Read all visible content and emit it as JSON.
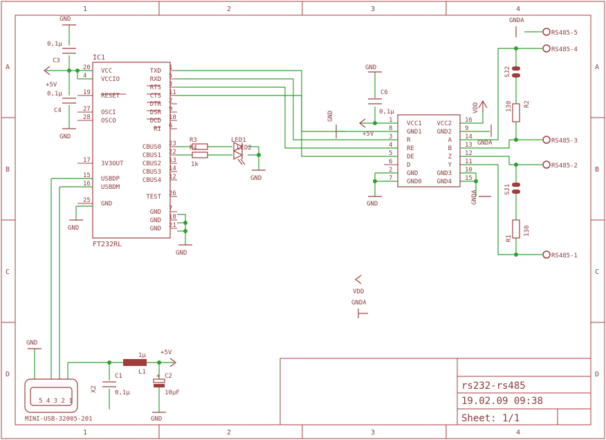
{
  "frame": {
    "cols": [
      "1",
      "2",
      "3",
      "4"
    ],
    "rows": [
      "A",
      "B",
      "C",
      "D"
    ]
  },
  "title_block": {
    "name": "rs232-rs485",
    "date": "19.02.09 09:38",
    "sheet": "Sheet: 1/1"
  },
  "ic1": {
    "ref": "IC1",
    "part": "FT232RL",
    "left_pins": [
      {
        "num": "20",
        "name": "VCC"
      },
      {
        "num": "4",
        "name": "VCCIO"
      },
      {
        "num": "19",
        "name": "RESET"
      },
      {
        "num": "27",
        "name": "OSCI"
      },
      {
        "num": "28",
        "name": "OSCO"
      },
      {
        "num": "17",
        "name": "3V3OUT"
      },
      {
        "num": "15",
        "name": "USBDP"
      },
      {
        "num": "16",
        "name": "USBDM"
      },
      {
        "num": "25",
        "name": "GND"
      }
    ],
    "right_pins": [
      {
        "num": "1",
        "name": "TXD"
      },
      {
        "num": "5",
        "name": "RXD"
      },
      {
        "num": "3",
        "name": "RTS"
      },
      {
        "num": "11",
        "name": "CTS"
      },
      {
        "num": "2",
        "name": "DTR"
      },
      {
        "num": "9",
        "name": "DSR"
      },
      {
        "num": "10",
        "name": "DCD"
      },
      {
        "num": "6",
        "name": "RI"
      },
      {
        "num": "23",
        "name": "CBUS0"
      },
      {
        "num": "22",
        "name": "CBUS1"
      },
      {
        "num": "13",
        "name": "CBUS2"
      },
      {
        "num": "14",
        "name": "CBUS3"
      },
      {
        "num": "12",
        "name": "CBUS4"
      },
      {
        "num": "26",
        "name": "TEST"
      },
      {
        "num": "7",
        "name": "GND"
      },
      {
        "num": "18",
        "name": "GND"
      },
      {
        "num": "21",
        "name": "GND"
      }
    ]
  },
  "ic2": {
    "left_pins": [
      {
        "num": "1",
        "name": "VCC1"
      },
      {
        "num": "8",
        "name": "GND1"
      },
      {
        "num": "3",
        "name": "R"
      },
      {
        "num": "4",
        "name": "RE"
      },
      {
        "num": "5",
        "name": "DE"
      },
      {
        "num": "6",
        "name": "D"
      },
      {
        "num": "2",
        "name": "GND"
      },
      {
        "num": "7",
        "name": "GND0"
      }
    ],
    "right_pins": [
      {
        "num": "16",
        "name": "VCC2"
      },
      {
        "num": "9",
        "name": "GND2"
      },
      {
        "num": "14",
        "name": "A"
      },
      {
        "num": "13",
        "name": "B"
      },
      {
        "num": "12",
        "name": "Z"
      },
      {
        "num": "11",
        "name": "Y"
      },
      {
        "num": "10",
        "name": "GND3"
      },
      {
        "num": "15",
        "name": "GND4"
      }
    ]
  },
  "labels": {
    "gnd": "GND",
    "gnda": "GNDA",
    "vdd": "VDD",
    "plus5v": "+5V",
    "c3": "C3",
    "c3v": "0,1µ",
    "c4": "C4",
    "c4v": "0,1µ",
    "c6": "C6",
    "c6v": "0,1µ",
    "c1": "C1",
    "c1v": "0,1µ",
    "c2": "C2",
    "c2v": "10µF",
    "l1": "L1",
    "l1v": "1µ",
    "r3": "R3",
    "r4": "R4",
    "r34v": "1k",
    "led1": "LED1",
    "led2": "LED2",
    "r1": "R1",
    "r1v": "130",
    "r2": "R2",
    "r2v": "130",
    "sj1": "SJ1",
    "sj2": "SJ2",
    "x2": "X2",
    "usb": "MINI-USB-32005-201",
    "usbpins": "5 4 3 2 1"
  },
  "connectors": [
    "RS485-5",
    "RS485-4",
    "RS485-3",
    "RS485-2",
    "RS485-1"
  ]
}
